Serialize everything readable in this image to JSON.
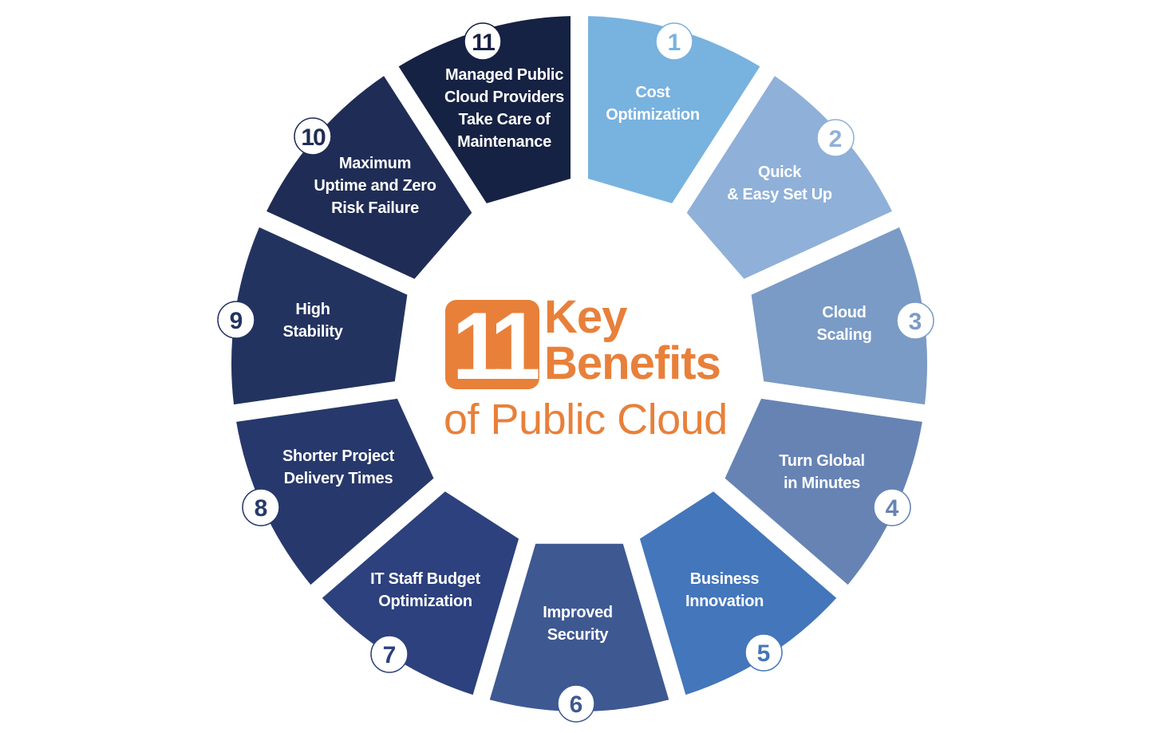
{
  "title": {
    "number": "11",
    "line1": "Key",
    "line2": "Benefits",
    "line3": "of Public Cloud",
    "color": "#e8803a"
  },
  "segments": [
    {
      "number": "1",
      "lines": [
        "Cost",
        "Optimization"
      ],
      "color": "#78b2df"
    },
    {
      "number": "2",
      "lines": [
        "Quick",
        "& Easy Set Up"
      ],
      "color": "#8fb0d8"
    },
    {
      "number": "3",
      "lines": [
        "Cloud",
        "Scaling"
      ],
      "color": "#7a9bc6"
    },
    {
      "number": "4",
      "lines": [
        "Turn Global",
        "in Minutes"
      ],
      "color": "#6683b4"
    },
    {
      "number": "5",
      "lines": [
        "Business",
        "Innovation"
      ],
      "color": "#4376bb"
    },
    {
      "number": "6",
      "lines": [
        "Improved",
        "Security"
      ],
      "color": "#3e5891"
    },
    {
      "number": "7",
      "lines": [
        "IT Staff Budget",
        "Optimization"
      ],
      "color": "#2c417d"
    },
    {
      "number": "8",
      "lines": [
        "Shorter Project",
        "Delivery Times"
      ],
      "color": "#27386c"
    },
    {
      "number": "9",
      "lines": [
        "High",
        "Stability"
      ],
      "color": "#233360"
    },
    {
      "number": "10",
      "lines": [
        "Maximum",
        "Uptime and Zero",
        "Risk Failure"
      ],
      "color": "#1f2c55"
    },
    {
      "number": "11",
      "lines": [
        "Managed Public",
        "Cloud Providers",
        "Take Care of",
        "Maintenance"
      ],
      "color": "#162243"
    }
  ]
}
